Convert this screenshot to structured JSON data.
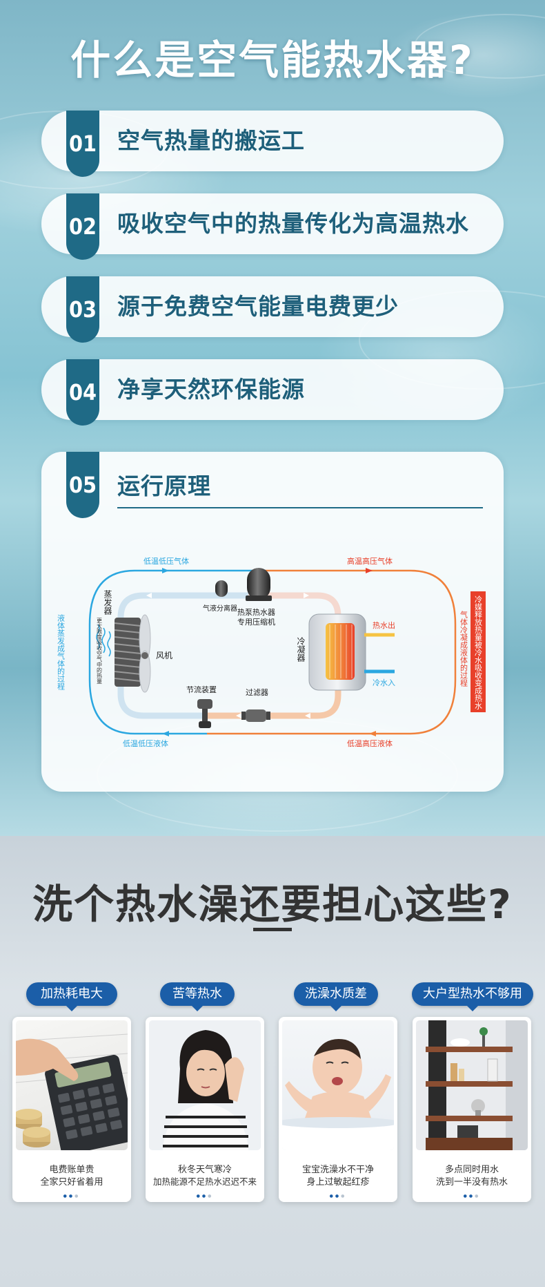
{
  "hero": {
    "title": "什么是空气能热水器?"
  },
  "features": [
    {
      "num": "01",
      "text": "空气热量的搬运工"
    },
    {
      "num": "02",
      "text": "吸收空气中的热量传化为高温热水"
    },
    {
      "num": "03",
      "text": "源于免费空气能量电费更少"
    },
    {
      "num": "04",
      "text": "净享天然环保能源"
    }
  ],
  "principle": {
    "num": "05",
    "title": "运行原理",
    "labels": {
      "low_gas": "低温低压气体",
      "high_gas": "高温高压气体",
      "low_liquid": "低温低压液体",
      "high_liquid": "低温高压液体",
      "left_side": "液体蒸发成气体的过程",
      "right_side": "气体冷凝成液体的过程",
      "right_box": "冷媒释放热量被冷水吸收变成热水",
      "evaporator": "蒸发器",
      "evaporator_note": "更大限度吸收空气中的热量",
      "fan": "风机",
      "separator": "气液分离器",
      "compressor_1": "热泵热水器",
      "compressor_2": "专用压缩机",
      "condenser": "冷凝器",
      "hot_out": "热水出",
      "cold_in": "冷水入",
      "throttle": "节流装置",
      "filter": "过滤器"
    },
    "colors": {
      "cold": "#2ba7e0",
      "hot": "#f0803a",
      "red": "#e8402a"
    }
  },
  "worry": {
    "title": "洗个热水澡还要担心这些?",
    "cards": [
      {
        "tag": "加热耗电大",
        "line1": "电费账单贵",
        "line2": "全家只好省着用",
        "image": "calculator-hand"
      },
      {
        "tag": "苦等热水",
        "line1": "秋冬天气寒冷",
        "line2": "加热能源不足热水迟迟不来",
        "image": "worried-woman"
      },
      {
        "tag": "洗澡水质差",
        "line1": "宝宝洗澡水不干净",
        "line2": "身上过敏起红疹",
        "image": "crying-baby"
      },
      {
        "tag": "大户型热水不够用",
        "line1": "多点同时用水",
        "line2": "洗到一半没有热水",
        "image": "house-shelves"
      }
    ],
    "accent": "#1b5ea8"
  }
}
